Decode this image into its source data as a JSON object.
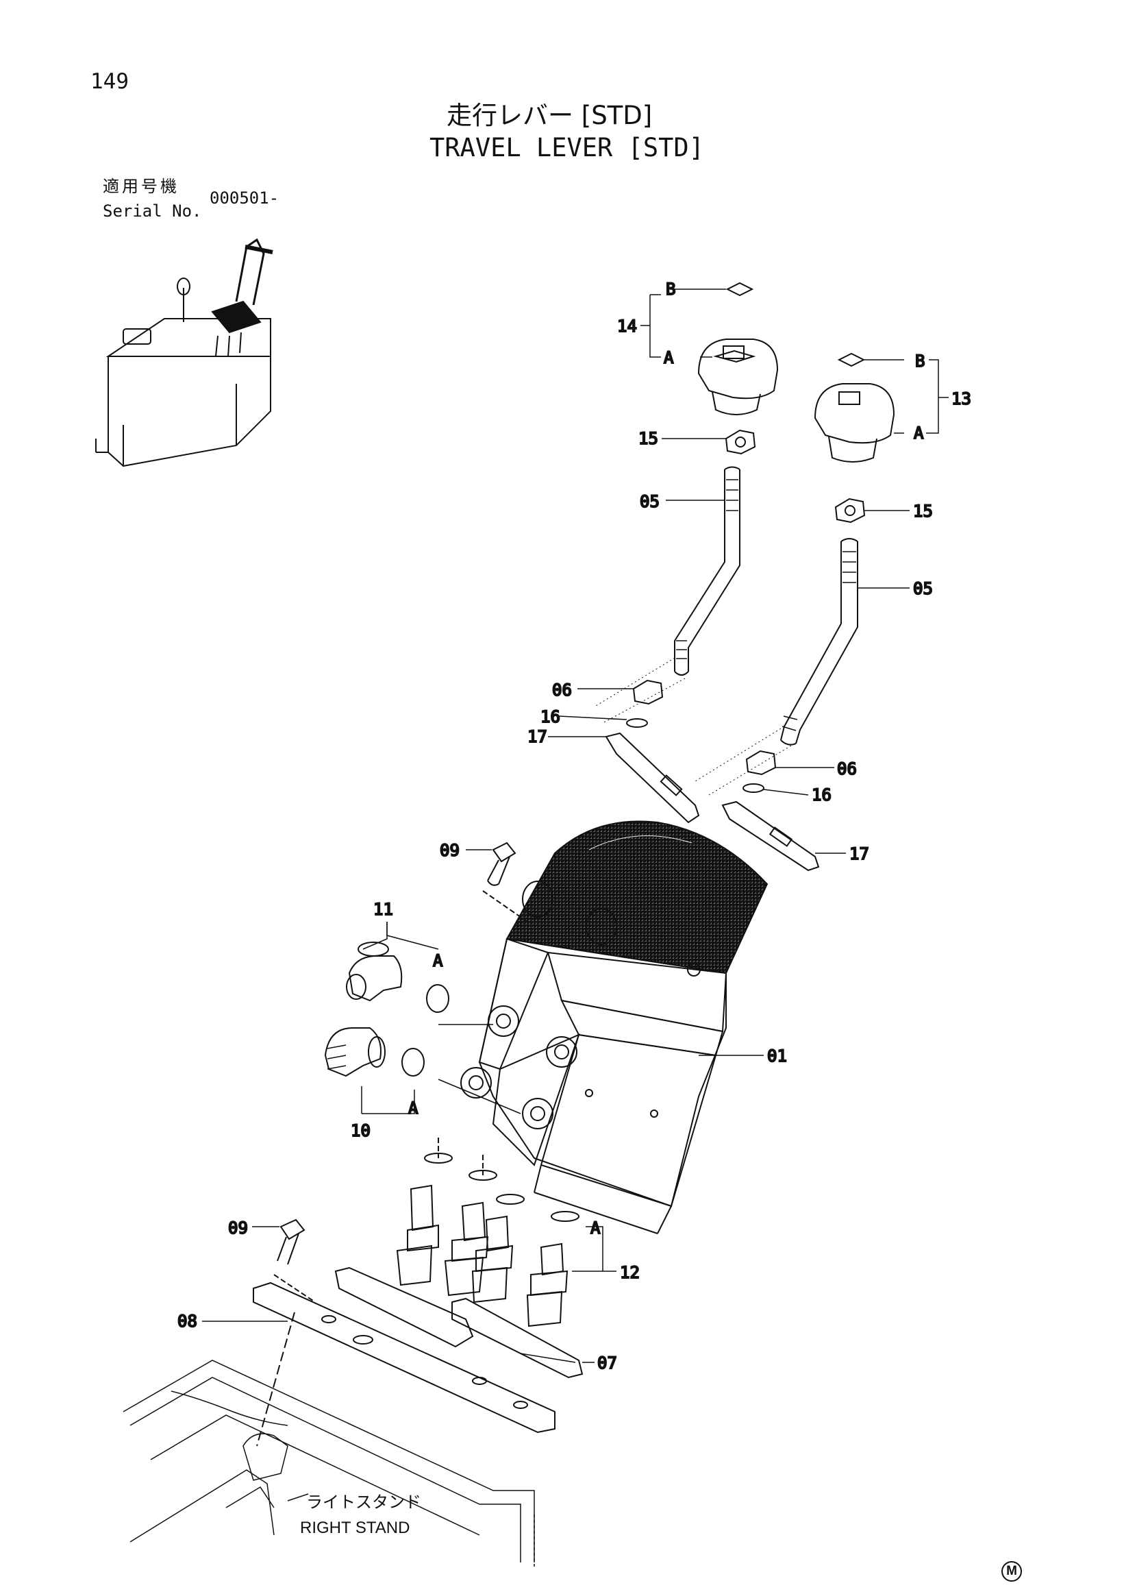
{
  "page_number": "149",
  "title_jp": "走行レバー [STD]",
  "title_en": "TRAVEL LEVER [STD]",
  "serial": {
    "label_jp": "適用号機",
    "label_en": "Serial No.",
    "value": "000501-"
  },
  "stand": {
    "label_jp": "ライトスタンド",
    "label_en": "RIGHT STAND"
  },
  "mark": "M",
  "callouts": {
    "c14": "14",
    "c14B": "B",
    "c14A": "A",
    "c13": "13",
    "c13B": "B",
    "c13A": "A",
    "c15L": "15",
    "c15R": "15",
    "c05L": "05",
    "c05R": "05",
    "c06L": "06",
    "c06R": "06",
    "c16L": "16",
    "c16R": "16",
    "c17L": "17",
    "c17R": "17",
    "c09T": "09",
    "c09B": "09",
    "c11": "11",
    "c11A": "A",
    "c10": "10",
    "c10A": "A",
    "c01": "01",
    "c12": "12",
    "c12A": "A",
    "c08": "08",
    "c07": "07"
  }
}
